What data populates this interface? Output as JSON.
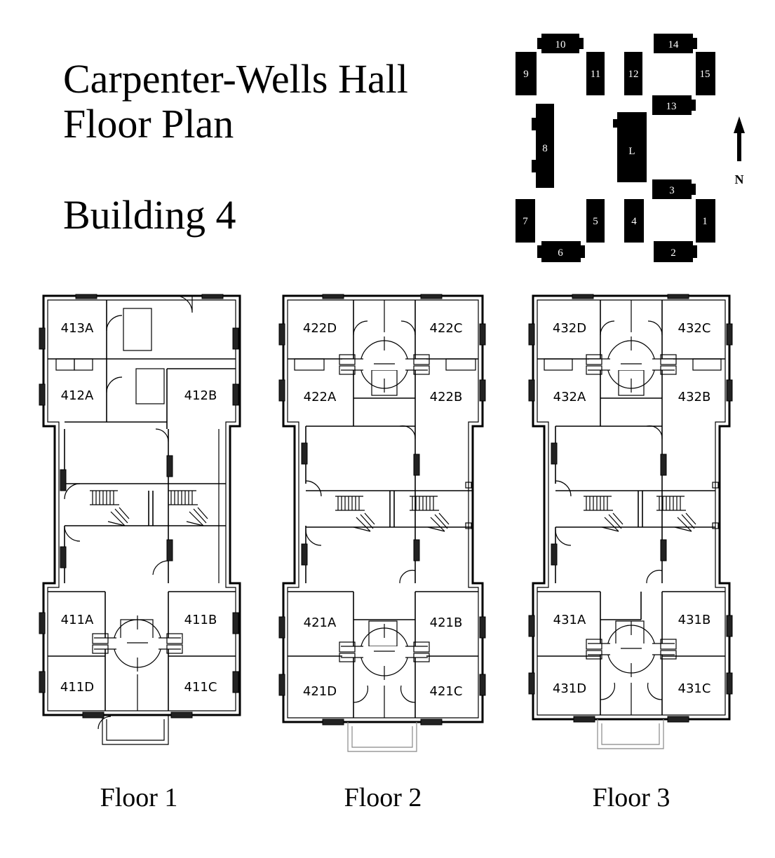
{
  "title": {
    "line1": "Carpenter-Wells Hall",
    "line2": "Floor Plan",
    "building": "Building 4"
  },
  "site_map": {
    "north_label": "N",
    "buildings": [
      "1",
      "2",
      "3",
      "4",
      "5",
      "6",
      "7",
      "8",
      "9",
      "10",
      "11",
      "12",
      "13",
      "14",
      "15",
      "L"
    ]
  },
  "floors": [
    {
      "label": "Floor 1",
      "rooms": [
        "413A",
        "412A",
        "412B",
        "411A",
        "411B",
        "411D",
        "411C"
      ]
    },
    {
      "label": "Floor 2",
      "rooms": [
        "422D",
        "422C",
        "422A",
        "422B",
        "421A",
        "421B",
        "421D",
        "421C"
      ]
    },
    {
      "label": "Floor 3",
      "rooms": [
        "432D",
        "432C",
        "432A",
        "432B",
        "431A",
        "431B",
        "431D",
        "431C"
      ]
    }
  ]
}
